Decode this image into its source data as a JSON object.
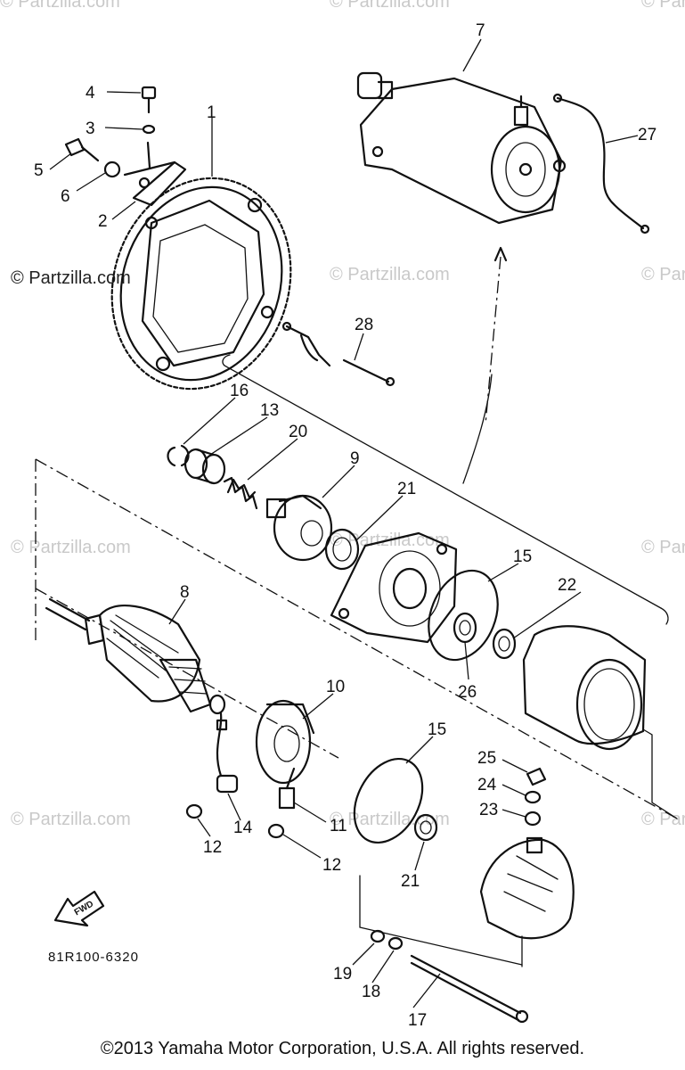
{
  "watermark": "© Partzilla.com",
  "diagram_code": "81R100-6320",
  "direction_label": "FWD",
  "copyright": "©2013 Yamaha Motor Corporation, U.S.A. All rights reserved.",
  "callouts": {
    "c1": "1",
    "c2": "2",
    "c3": "3",
    "c4": "4",
    "c5": "5",
    "c6": "6",
    "c7": "7",
    "c8": "8",
    "c9": "9",
    "c10": "10",
    "c11": "11",
    "c12a": "12",
    "c12b": "12",
    "c13": "13",
    "c14": "14",
    "c15a": "15",
    "c15b": "15",
    "c16": "16",
    "c17": "17",
    "c18": "18",
    "c19": "19",
    "c20": "20",
    "c21a": "21",
    "c21b": "21",
    "c22": "22",
    "c23": "23",
    "c24": "24",
    "c25": "25",
    "c26": "26",
    "c27": "27",
    "c28": "28"
  }
}
